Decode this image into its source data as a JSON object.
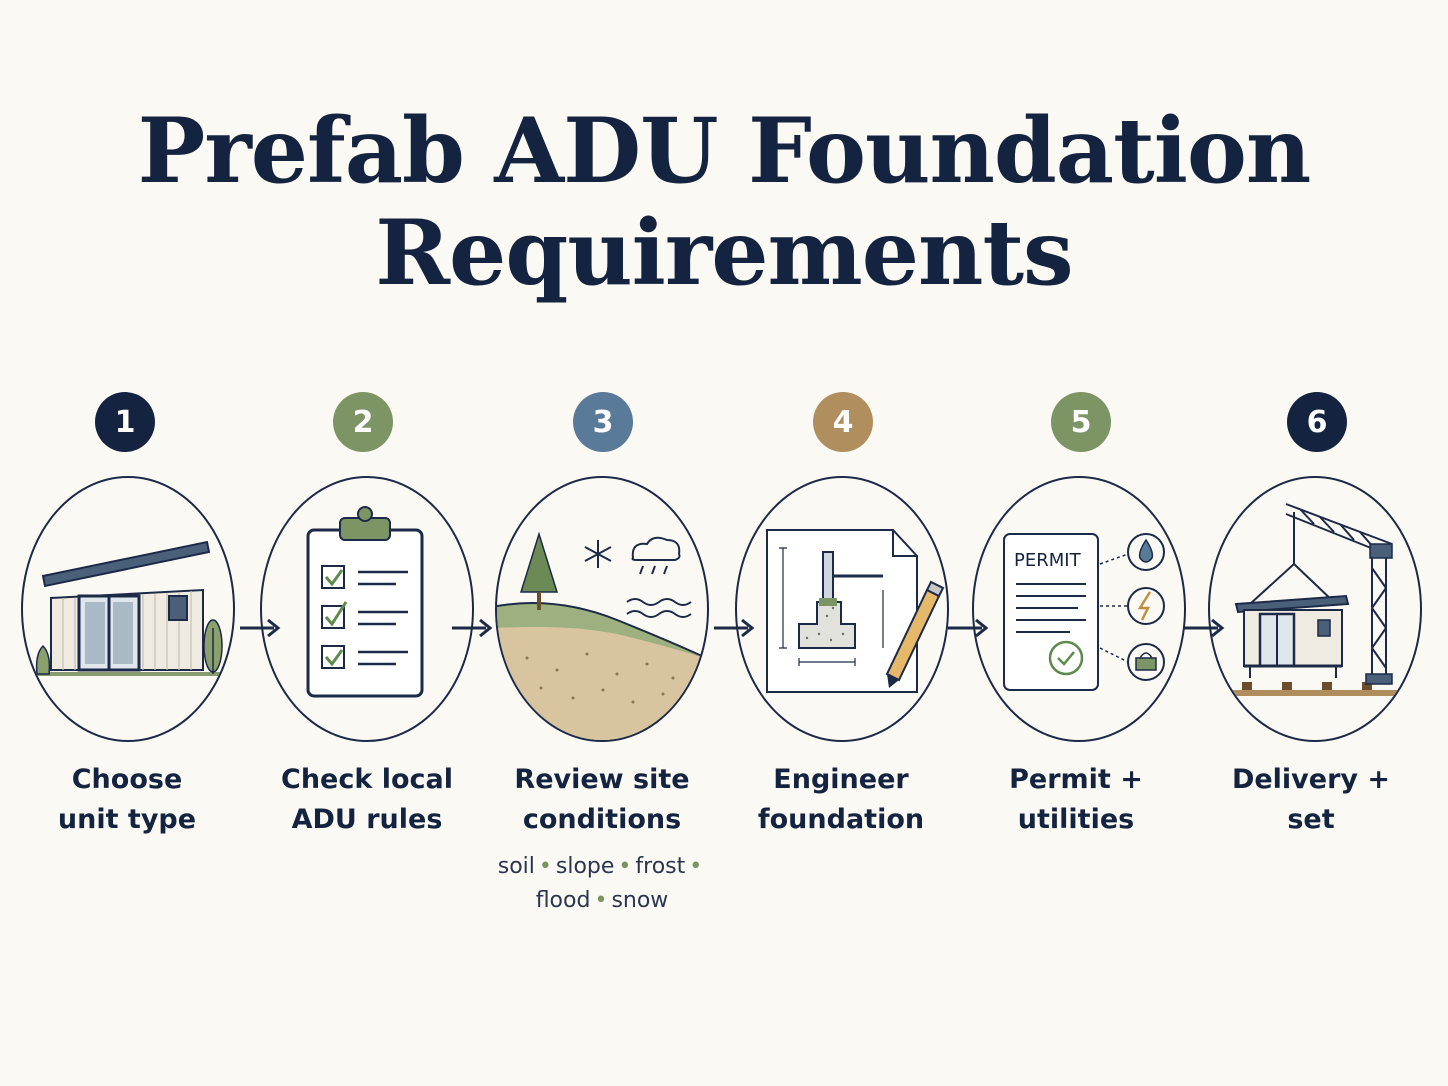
{
  "title": {
    "line1": "Prefab ADU Foundation",
    "line2": "Requirements"
  },
  "colors": {
    "navy": "#14233f",
    "sage": "#7d9465",
    "slate": "#5a7a99",
    "tan": "#b08e5e"
  },
  "steps": [
    {
      "number": "1",
      "badge_color": "#14233f",
      "icon": "house-icon",
      "label_line1": "Choose",
      "label_line2": "unit type"
    },
    {
      "number": "2",
      "badge_color": "#7d9465",
      "icon": "clipboard-checklist-icon",
      "label_line1": "Check local",
      "label_line2": "ADU rules"
    },
    {
      "number": "3",
      "badge_color": "#5a7a99",
      "icon": "site-landscape-icon",
      "label_line1": "Review site",
      "label_line2": "conditions",
      "sub_items": [
        "soil",
        "slope",
        "frost",
        "flood",
        "snow"
      ]
    },
    {
      "number": "4",
      "badge_color": "#b08e5e",
      "icon": "foundation-blueprint-icon",
      "label_line1": "Engineer",
      "label_line2": "foundation"
    },
    {
      "number": "5",
      "badge_color": "#7d9465",
      "icon": "permit-document-icon",
      "label_line1": "Permit +",
      "label_line2": "utilities",
      "permit_text": "PERMIT"
    },
    {
      "number": "6",
      "badge_color": "#14233f",
      "icon": "crane-delivery-icon",
      "label_line1": "Delivery +",
      "label_line2": "set"
    }
  ]
}
